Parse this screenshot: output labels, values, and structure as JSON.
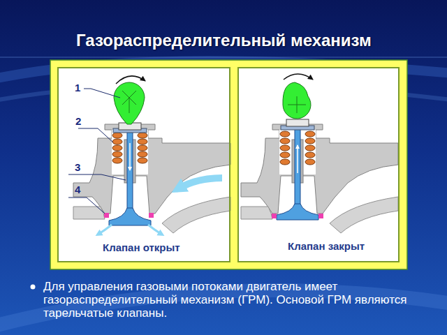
{
  "diagram": {
    "title": "Газораспределительный механизм",
    "nodes": [
      {
        "text": [
          "Клапан открыт"
        ]
      },
      {
        "text": [
          "Клапан закрыт"
        ]
      }
    ],
    "labels": [
      "1",
      "2",
      "3",
      "4",
      "Для управления газовыми потоками двигатель имеет газораспределительный механизм (ГРМ). Основой ГРМ являются тарельчатые клапаны."
    ]
  }
}
